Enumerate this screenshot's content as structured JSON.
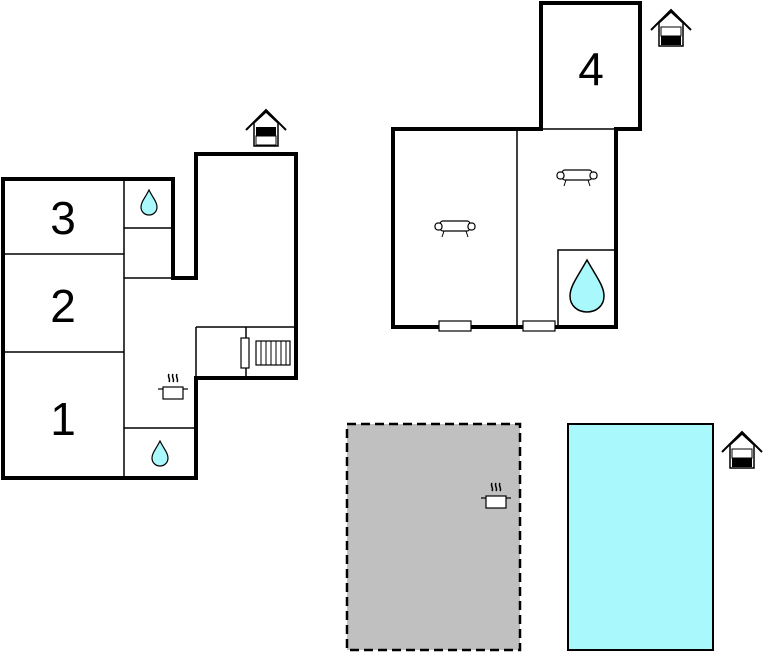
{
  "colors": {
    "wall": "#000000",
    "background": "#ffffff",
    "pool": "#a8f8fc",
    "terrace": "#c0c0c0",
    "water_drop": "#a8f8fc"
  },
  "rooms": {
    "room_1": "1",
    "room_2": "2",
    "room_3": "3",
    "room_4": "4"
  },
  "icons": {
    "entrance": "house-entrance-icon",
    "bathroom": "water-drop-icon",
    "kitchen": "cooking-pot-icon",
    "living": "sofa-icon",
    "stairs": "stairs-icon",
    "window": "window-icon"
  }
}
